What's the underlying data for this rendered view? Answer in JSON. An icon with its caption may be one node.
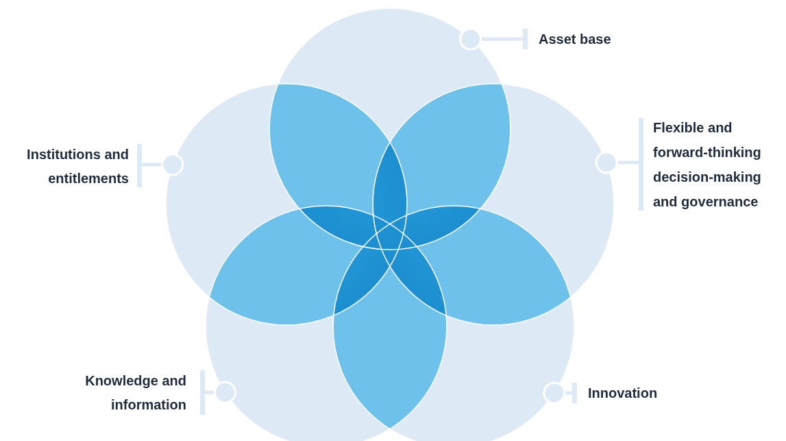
{
  "diagram": {
    "nodes": [
      {
        "text": [
          "Asset base"
        ]
      },
      {
        "text": [
          "Institutions and entitlements"
        ]
      },
      {
        "text": [
          "Flexible and forward-thinking decision-making and governance"
        ]
      },
      {
        "text": [
          "Knowledge and information"
        ]
      },
      {
        "text": [
          "Innovation"
        ]
      }
    ],
    "edges": [
      {
        "from": 0,
        "to": null,
        "arrow": "other"
      },
      {
        "from": 1,
        "to": null,
        "arrow": "other"
      },
      {
        "from": 2,
        "to": null,
        "arrow": "other"
      },
      {
        "from": 3,
        "to": null,
        "arrow": "other"
      },
      {
        "from": 4,
        "to": null,
        "arrow": "other"
      }
    ]
  }
}
